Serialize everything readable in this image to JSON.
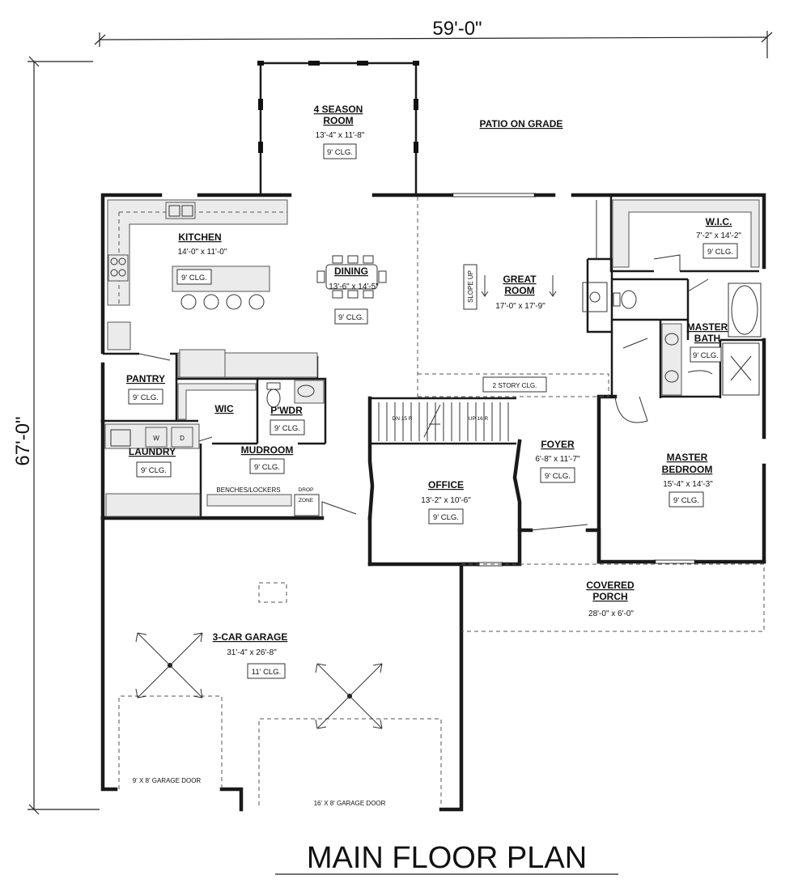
{
  "dimensions": {
    "width": "59'-0\"",
    "depth": "67'-0\""
  },
  "plan_title": "MAIN FLOOR PLAN",
  "outdoor": {
    "patio": "PATIO ON GRADE",
    "porch": {
      "name": "COVERED",
      "name2": "PORCH",
      "dims": "28'-0\" x 6'-0\""
    }
  },
  "rooms": {
    "season": {
      "name": "4 SEASON",
      "name2": "ROOM",
      "dims": "13'-4\" x 11'-8\"",
      "ceiling": "9' CLG."
    },
    "kitchen": {
      "name": "KITCHEN",
      "dims": "14'-0\" x 11'-0\"",
      "ceiling": "9' CLG."
    },
    "dining": {
      "name": "DINING",
      "dims": "13'-6\" x 14'-5\"",
      "ceiling": "9' CLG."
    },
    "great": {
      "name": "GREAT",
      "name2": "ROOM",
      "dims": "17'-0\" x 17'-9\""
    },
    "wic_master": {
      "name": "W.I.C.",
      "dims": "7'-2\" x 14'-2\"",
      "ceiling": "9' CLG."
    },
    "master_bath": {
      "name": "MASTER",
      "name2": "BATH",
      "ceiling": "9' CLG."
    },
    "pantry": {
      "name": "PANTRY",
      "ceiling": "9' CLG."
    },
    "wic": {
      "name": "WIC"
    },
    "powder": {
      "name": "P'WDR",
      "ceiling": "9' CLG."
    },
    "laundry": {
      "name": "LAUNDRY",
      "ceiling": "9' CLG."
    },
    "mudroom": {
      "name": "MUDROOM",
      "ceiling": "9' CLG."
    },
    "office": {
      "name": "OFFICE",
      "dims": "13'-2\" x 10'-6\"",
      "ceiling": "9' CLG."
    },
    "foyer": {
      "name": "FOYER",
      "dims": "6'-8\" x 11'-7\"",
      "ceiling": "9' CLG."
    },
    "master_bedroom": {
      "name": "MASTER",
      "name2": "BEDROOM",
      "dims": "15'-4\" x 14'-3\"",
      "ceiling": "9' CLG."
    },
    "garage": {
      "name": "3-CAR GARAGE",
      "dims": "31'-4\" x 26'-8\"",
      "ceiling": "11' CLG."
    }
  },
  "notes": {
    "slope": "SLOPE UP",
    "two_story": "2 STORY CLG.",
    "benches": "BENCHES/LOCKERS",
    "drop": "DROP",
    "zone": "ZONE",
    "stair_down": "DN 15 R",
    "stair_up": "UP 16 R",
    "washer": "W",
    "dryer": "D",
    "garage_door_small": "9' X 8' GARAGE DOOR",
    "garage_door_large": "16' X 8' GARAGE DOOR"
  }
}
